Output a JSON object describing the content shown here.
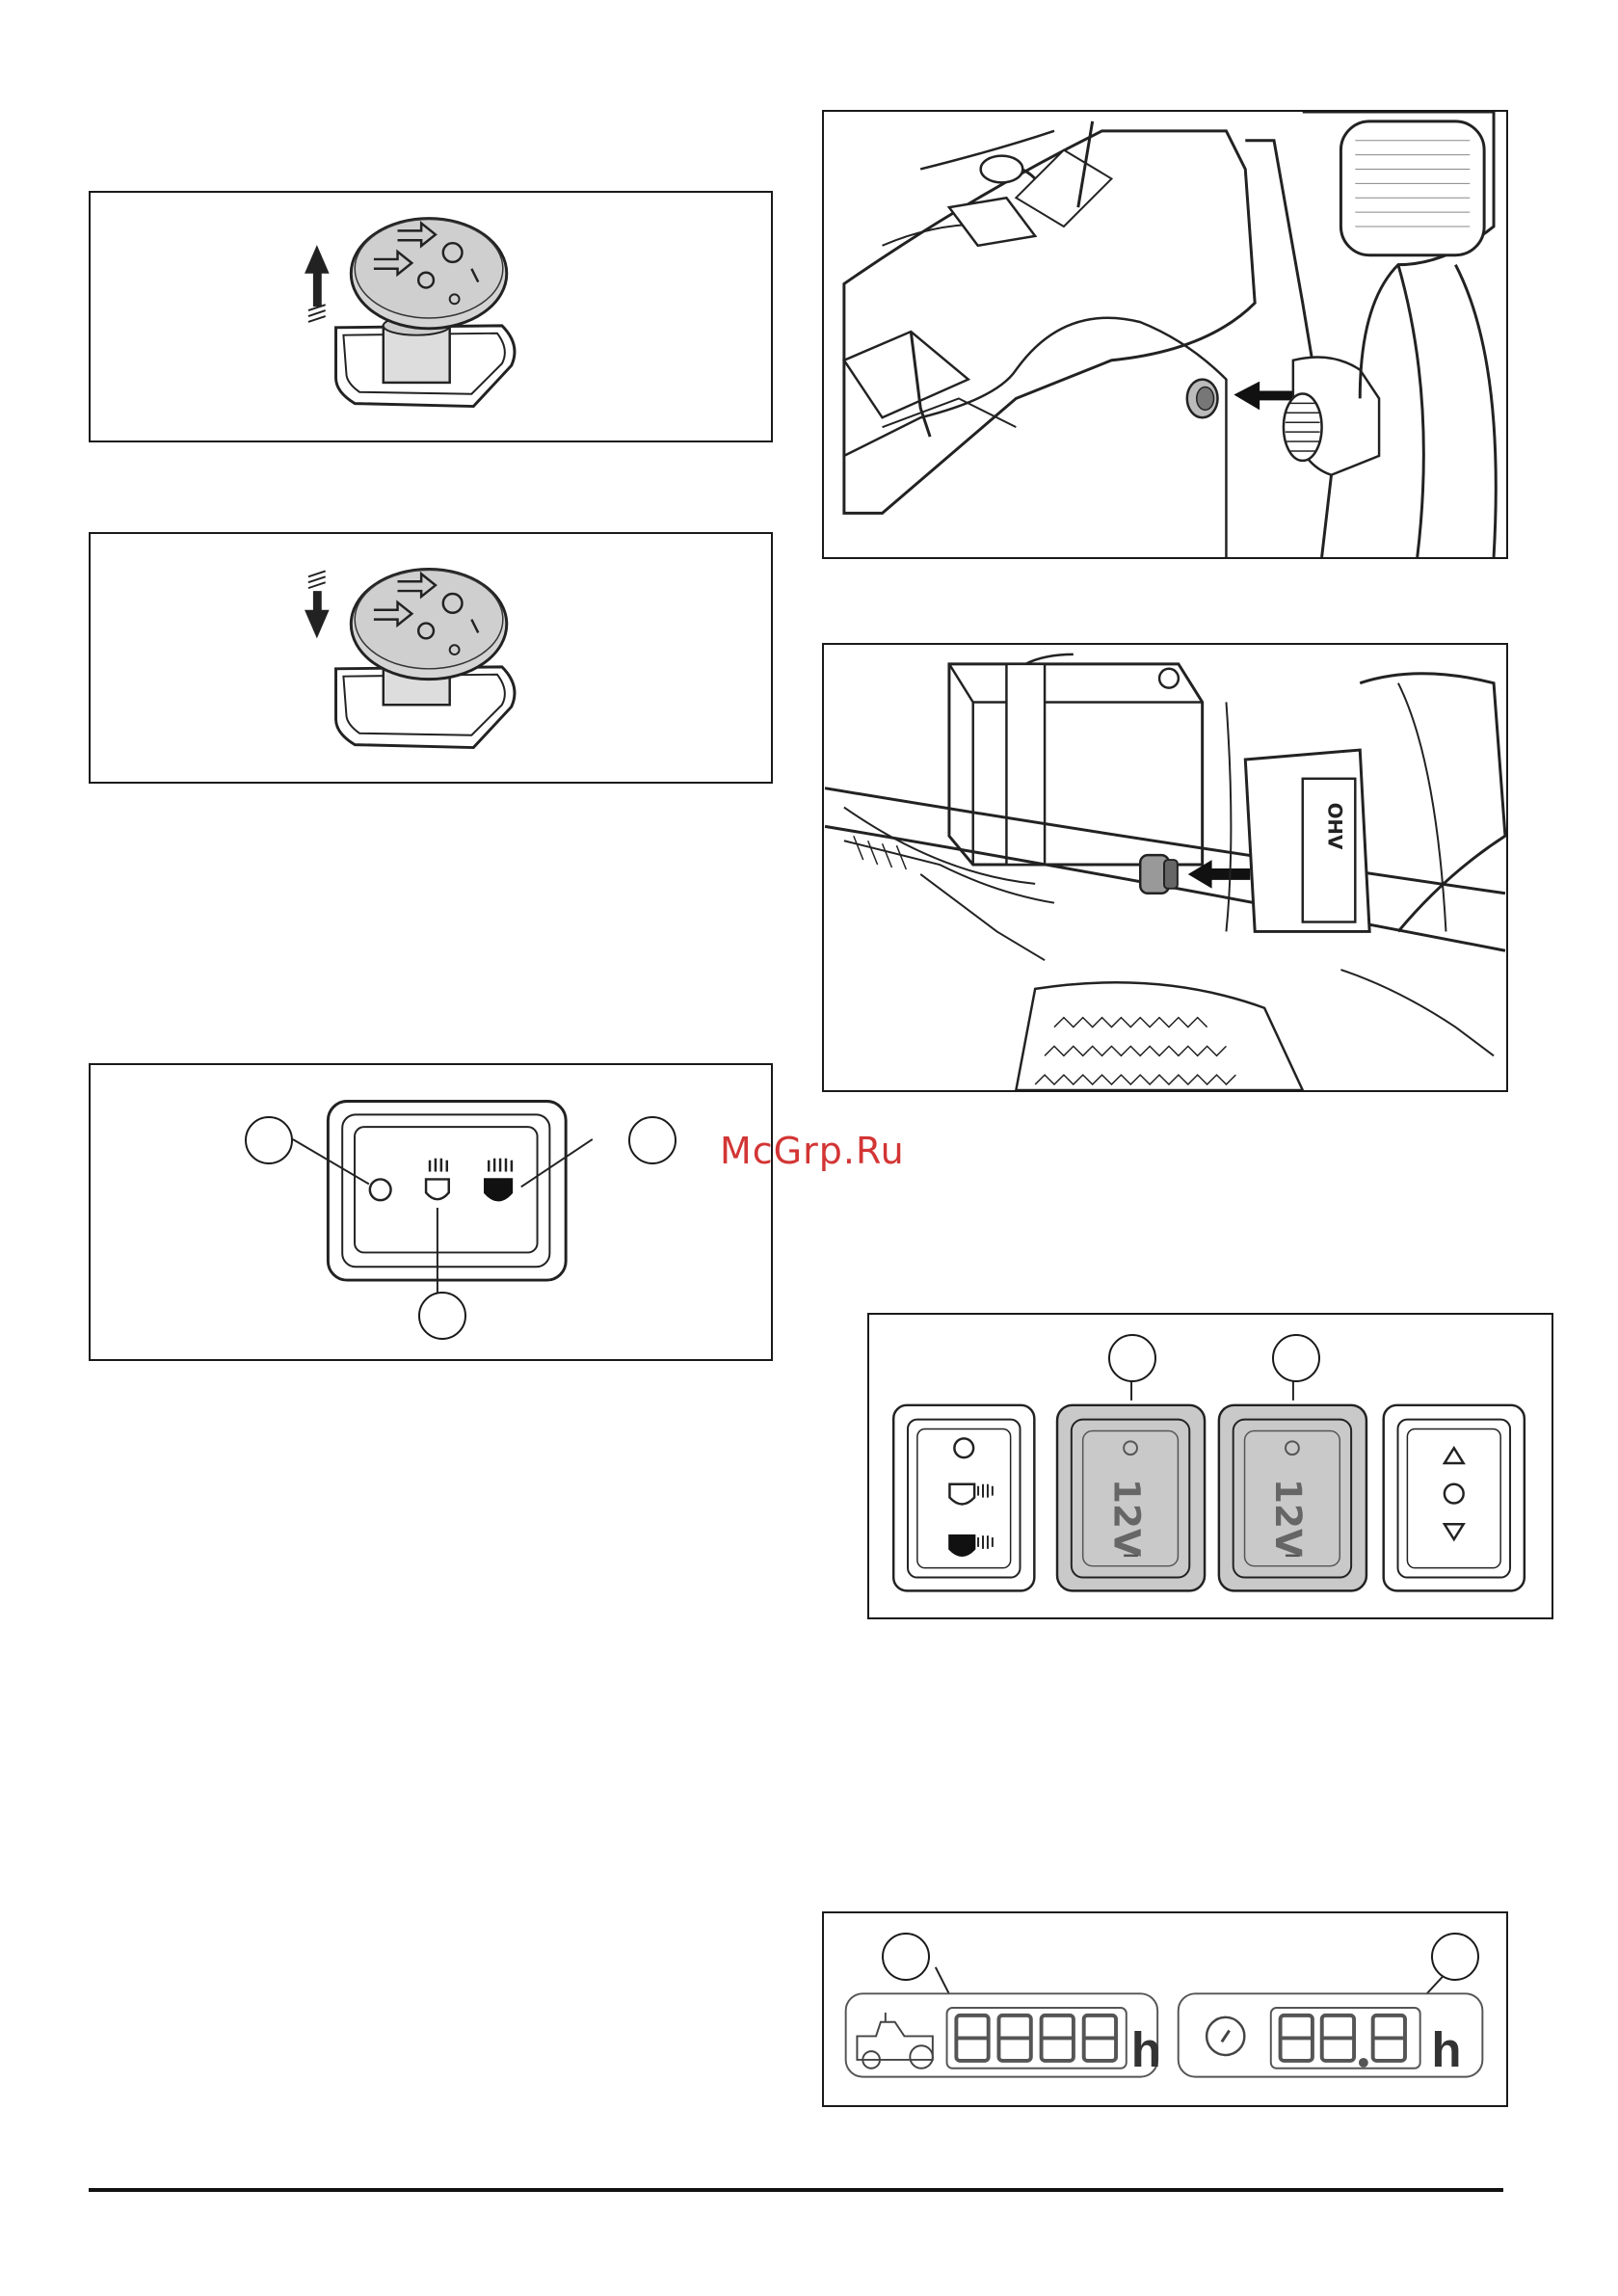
{
  "watermark": {
    "text": "McGrp.Ru",
    "color": "#d33535"
  },
  "sockets_panel": {
    "socket_1_label": "12V",
    "socket_2_label": "12V"
  },
  "hour_meter": {
    "unit_1": "h",
    "unit_2": "h"
  },
  "icons": [
    "arrow-up-icon",
    "arrow-down-icon",
    "cruise-knob-icon",
    "headlight-low-icon",
    "headlight-high-icon",
    "lift-up-icon",
    "lift-down-icon",
    "mower-icon",
    "key-icon",
    "pointer-arrow-icon"
  ]
}
